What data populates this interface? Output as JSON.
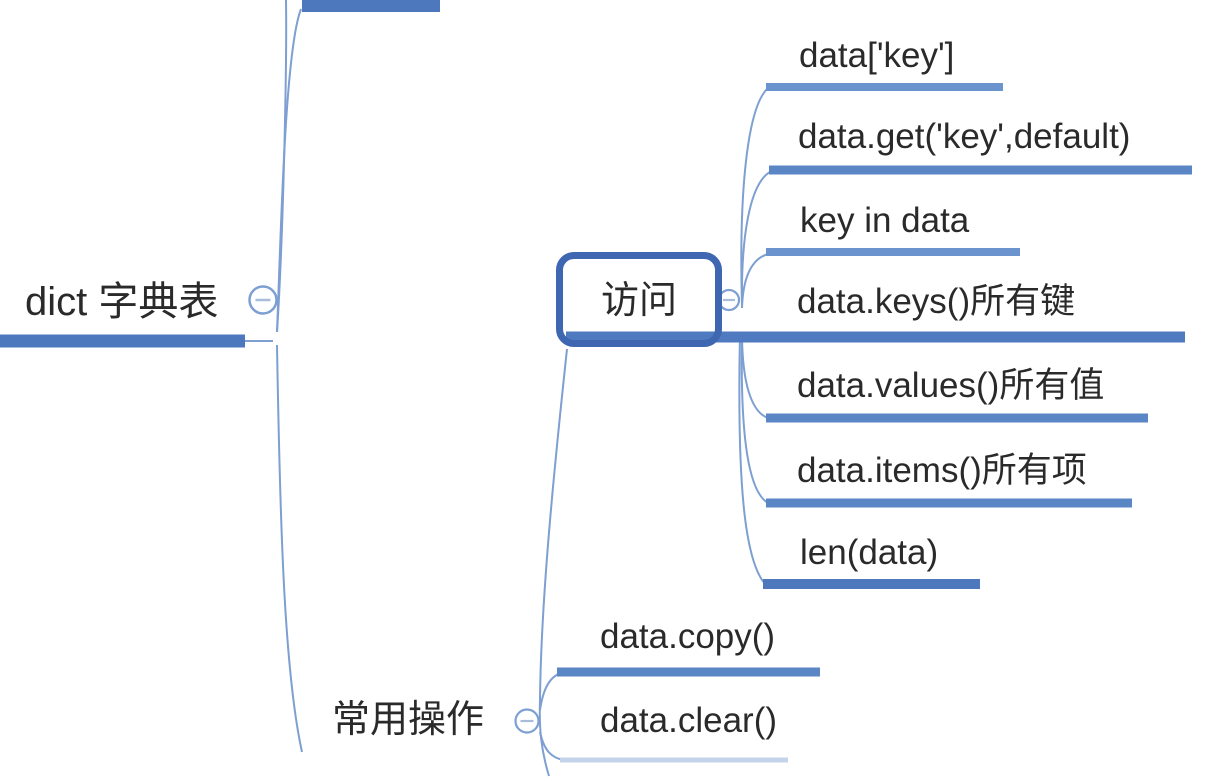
{
  "diagram_type": "mindmap",
  "colors": {
    "bar_dark": "#4d78bd",
    "bar_mid": "#5b86c6",
    "bar_light": "#6b93cd",
    "bar_access": "#4f7abf",
    "bar_faint": "#c2d3ea",
    "thin_line": "#7d9fd2",
    "selection_border": "#3f66b0",
    "collapse_minus": "#a9bdd9",
    "text": "#2a2a2a"
  },
  "root": {
    "label": "dict 字典表",
    "collapse_state": "expanded"
  },
  "topics": {
    "access": {
      "label": "访问",
      "selected": true,
      "collapse_state": "expanded",
      "children": [
        {
          "label": "data['key']"
        },
        {
          "label": "data.get('key',default)"
        },
        {
          "label": "key in data"
        },
        {
          "label": "data.keys()所有键"
        },
        {
          "label": "data.values()所有值"
        },
        {
          "label": "data.items()所有项"
        },
        {
          "label": "len(data)"
        }
      ]
    },
    "common_ops": {
      "label": "常用操作",
      "collapse_state": "expanded",
      "children": [
        {
          "label": "data.copy()"
        },
        {
          "label": "data.clear()"
        }
      ]
    },
    "top_partial": {
      "label": "",
      "note": "node cut off above top edge; only its underline bar is visible"
    }
  }
}
